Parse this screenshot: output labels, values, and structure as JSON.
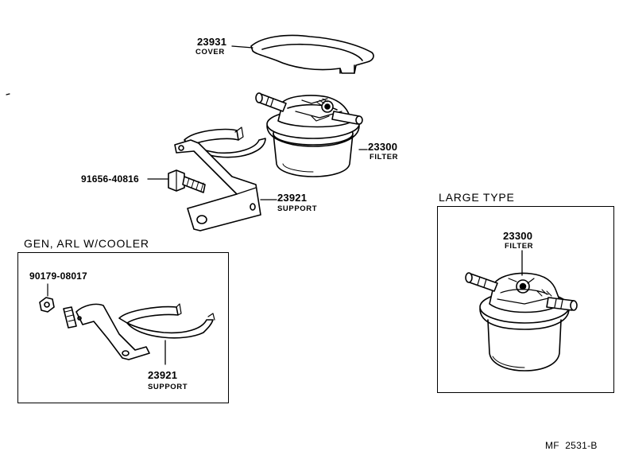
{
  "parts": {
    "cover": {
      "number": "23931",
      "name": "COVER"
    },
    "filter": {
      "number": "23300",
      "name": "FILTER"
    },
    "bolt": {
      "number": "91656-40816"
    },
    "support": {
      "number": "23921",
      "name": "SUPPORT"
    },
    "nut": {
      "number": "90179-08017"
    },
    "support_alt": {
      "number": "23921",
      "name": "SUPPORT"
    },
    "filter_large": {
      "number": "23300",
      "name": "FILTER"
    }
  },
  "insets": {
    "gen_arl": {
      "title": "GEN, ARL W/COOLER"
    },
    "large_type": {
      "title": "LARGE TYPE"
    }
  },
  "footer": {
    "code": "MF  2531-B"
  }
}
